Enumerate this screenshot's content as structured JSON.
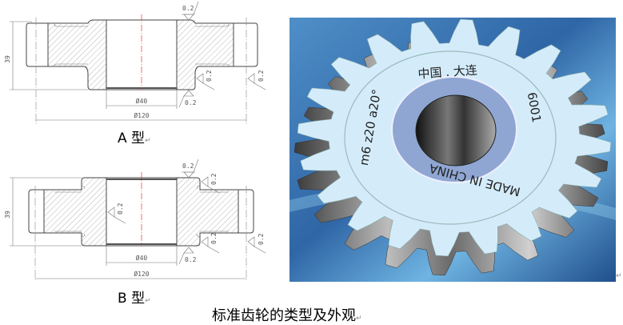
{
  "drawing_a": {
    "label": "A 型",
    "height_dim": "39",
    "bore_dim": "Ø40",
    "outer_dim": "Ø120",
    "roughness": [
      "0.2",
      "0.2",
      "0.2",
      "0.2"
    ]
  },
  "drawing_b": {
    "label": "B 型",
    "height_dim": "39",
    "bore_dim": "Ø40",
    "outer_dim": "Ø120",
    "roughness": [
      "0.2",
      "0.2",
      "0.2",
      "0.2",
      "0.2",
      "0.2"
    ]
  },
  "gear_photo": {
    "text_top": "中国 . 大连",
    "text_right": "6001",
    "text_bottom": "MADE IN CHINA",
    "text_left": "m6 z20 a20°",
    "teeth": 20,
    "colors": {
      "face": "#d4ecfa",
      "bore_ring": "#8fa6d2",
      "background": "#2f66a6"
    }
  },
  "caption": "标准齿轮的类型及外观",
  "paragraph_mark": "↵"
}
